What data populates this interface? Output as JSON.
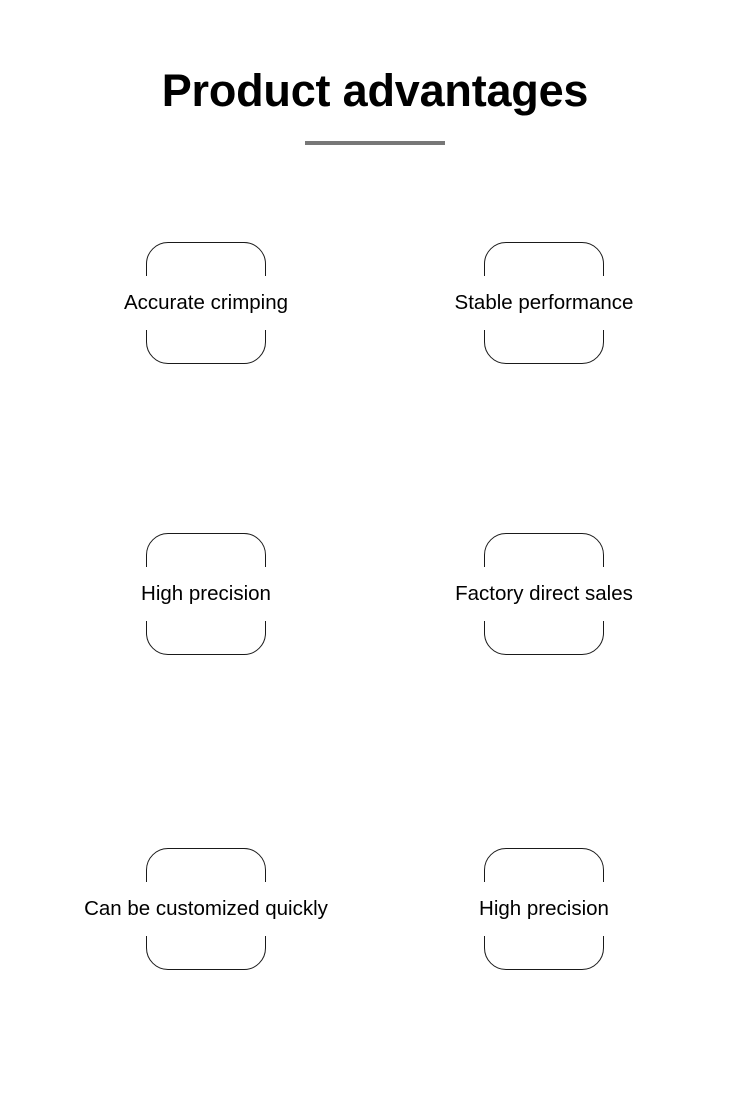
{
  "header": {
    "title": "Product advantages",
    "divider_color": "#777777"
  },
  "theme": {
    "background": "#ffffff",
    "text_color": "#000000",
    "box_border_color": "#1a1a1a",
    "divider_color": "#777777"
  },
  "features": [
    {
      "label": "Accurate crimping",
      "column": "left",
      "row": 1
    },
    {
      "label": "Stable performance",
      "column": "right",
      "row": 1
    },
    {
      "label": "High precision",
      "column": "left",
      "row": 2
    },
    {
      "label": "Factory direct sales",
      "column": "right",
      "row": 2
    },
    {
      "label": "Can be customized quickly",
      "column": "left",
      "row": 3
    },
    {
      "label": "High precision",
      "column": "right",
      "row": 3
    }
  ]
}
